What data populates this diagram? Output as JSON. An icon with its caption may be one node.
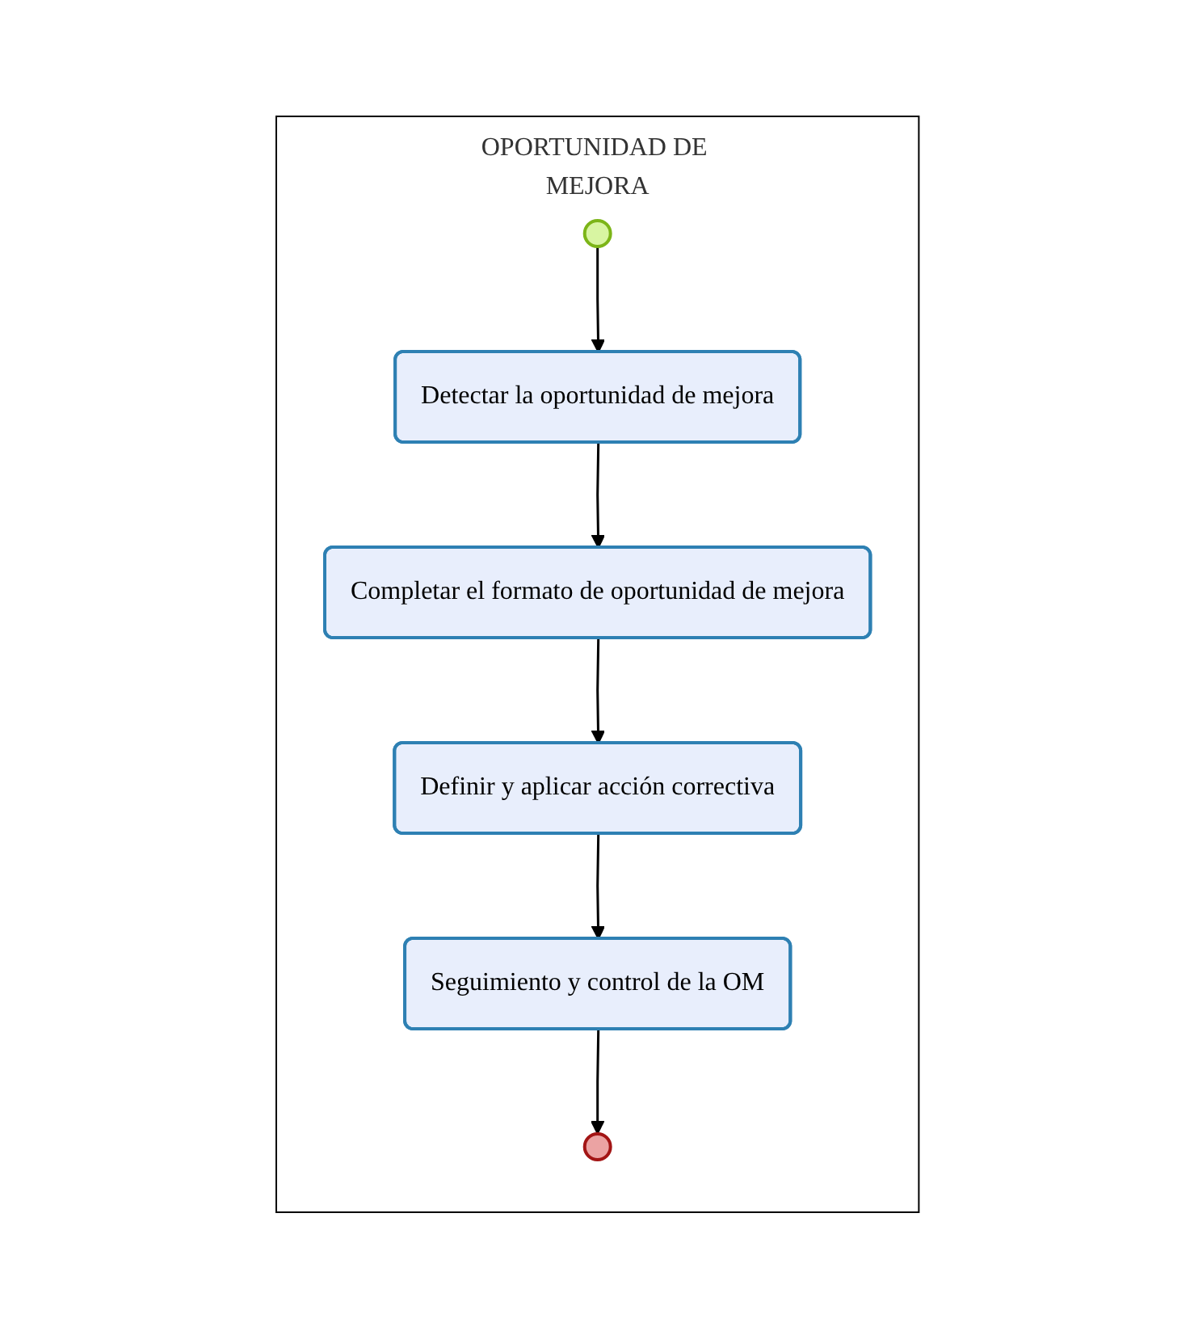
{
  "diagram": {
    "nodes": [
      {
        "text": [
          "OPORTUNIDAD DE MEJORA"
        ]
      },
      {
        "text": [],
        "shape": "circle",
        "in": 0
      },
      {
        "text": [
          "Detectar la oportunidad de mejora"
        ],
        "in": 0
      },
      {
        "text": [
          "Completar el formato de oportunidad de mejora"
        ],
        "in": 0
      },
      {
        "text": [
          "Definir y aplicar acción correctiva"
        ],
        "in": 0
      },
      {
        "text": [
          "Seguimiento y control de la OM"
        ],
        "in": 0
      },
      {
        "text": [],
        "shape": "circle",
        "in": 0
      }
    ],
    "edges": [
      {
        "from": 1,
        "to": 2,
        "arrow": "to"
      },
      {
        "from": 2,
        "to": 3,
        "arrow": "to"
      },
      {
        "from": 3,
        "to": 4,
        "arrow": "to"
      },
      {
        "from": 4,
        "to": 5,
        "arrow": "to"
      },
      {
        "from": 5,
        "to": 6,
        "arrow": "to"
      }
    ]
  }
}
